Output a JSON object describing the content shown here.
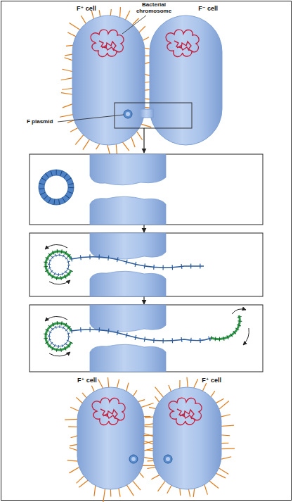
{
  "diagram": {
    "nodes": [
      {
        "text": [
          "F⁺ cell"
        ]
      },
      {
        "text": [
          "F⁻ cell"
        ]
      },
      {
        "text": [
          "F⁺ cell"
        ]
      },
      {
        "text": [
          "F⁺ cell"
        ]
      }
    ],
    "labels": [
      "Bacterial chromosome",
      "F plasmid"
    ]
  }
}
